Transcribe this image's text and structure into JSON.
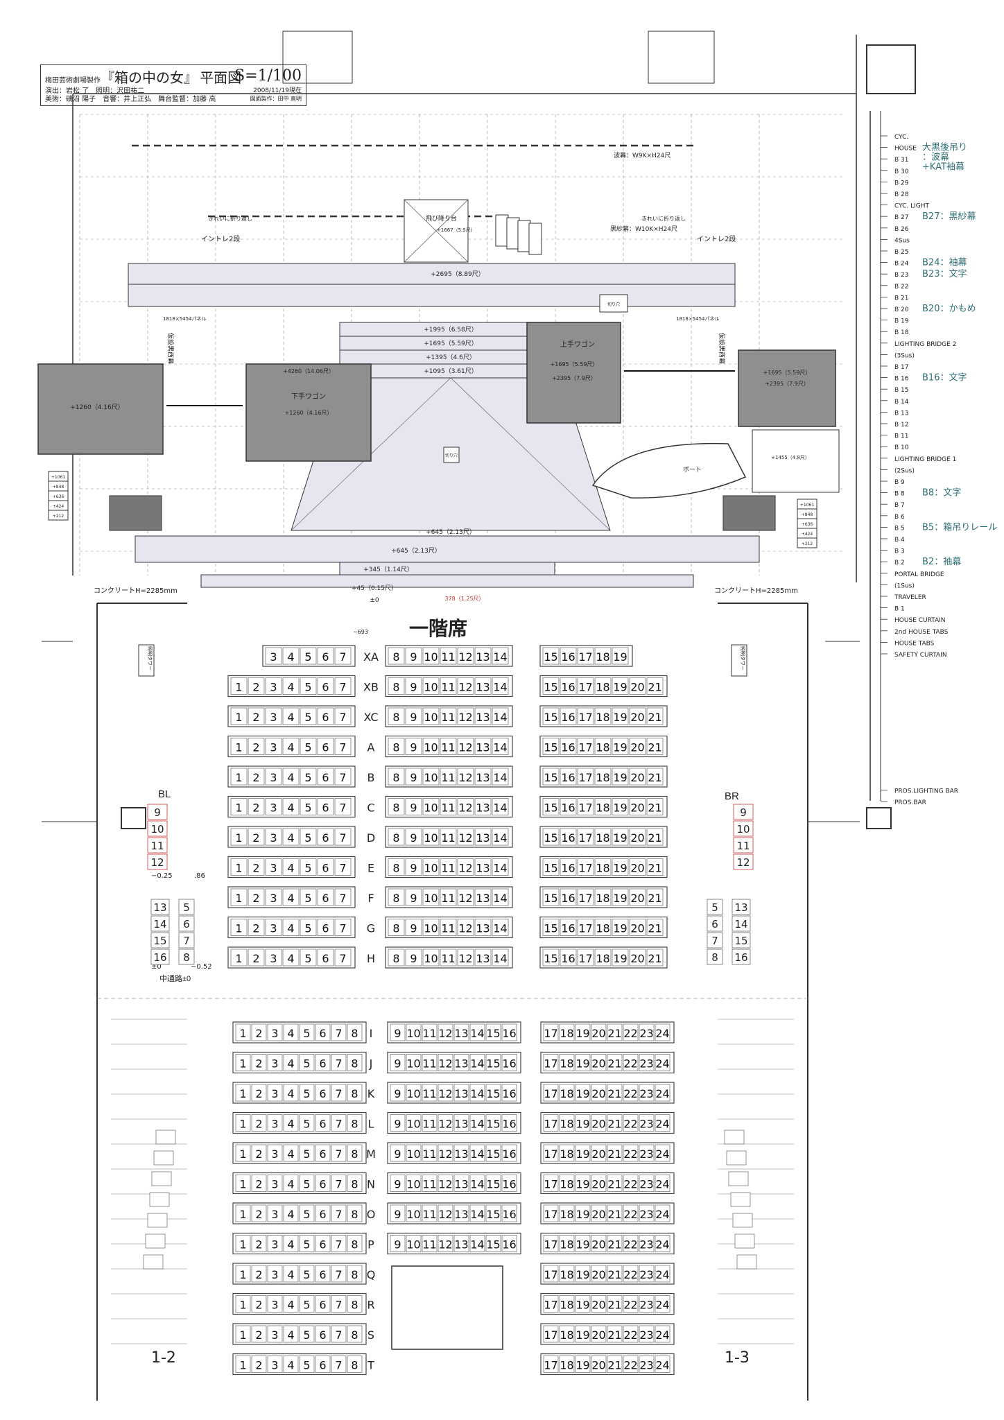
{
  "title_block": {
    "producer": "梅田芸術劇場製作",
    "play_title": "『箱の中の女』",
    "drawing_name": "平面図",
    "scale": "S=1/100",
    "credits_line1": "演出：岩松 了　照明：沢田祐二",
    "credits_line2": "美術：磯沼 陽子　音響：井上正弘　舞台監督：加藤 高",
    "date": "2008/11/19現在",
    "drawn_by": "図面製作：田中 直明"
  },
  "floor_label": "一階席",
  "sections": {
    "left": "1-2",
    "right": "1-3",
    "box_left": "BL",
    "box_right": "BR"
  },
  "stage_labels": {
    "wave_curtain": "波幕：W9K×H24尺",
    "black_gauze": "黒紗幕：W10K×H24尺",
    "kireini_left": "きれいに折り返し",
    "kireini_right": "きれいに折り返し",
    "intore_left": "イントレ2段",
    "intore_right": "イントレ2段",
    "jump_platform": "飛び降り台",
    "stage_left_wagon": "下手ワゴン",
    "stage_right_wagon": "上手ワゴン",
    "boat": "ボート",
    "temp_wall_left": "仮設黒西幕",
    "temp_wall_right": "仮設黒西幕",
    "concrete_left": "コンクリートH=2285mm",
    "concrete_right": "コンクリートH=2285mm",
    "cutout": "切り穴",
    "panel_left": "1818×5454パネル",
    "panel_right": "1818×5454パネル",
    "level_2695": "+2695（8.89尺）",
    "level_1995": "+1995（6.58尺）",
    "level_1695": "+1695（5.59尺）",
    "level_1395": "+1395（4.6尺）",
    "level_1095": "+1095（3.61尺）",
    "level_645_stage": "+645（2.13尺）",
    "level_645": "+645（2.13尺）",
    "level_345": "+345（1.14尺）",
    "level_45": "+45（0.15尺）",
    "level_zero": "±0",
    "level_minus693": "−693",
    "level_378": "378（1.25尺）",
    "wagon_left_height": "+1260（4.16尺）",
    "wagon_left_top": "+4260（14.06尺）",
    "wagon_offstage_left": "+1260（4.16尺）",
    "wagon_right_a": "+1695（5.59尺）",
    "wagon_right_b": "+2395（7.9尺）",
    "wagon_offstage_right_a": "+1695（5.59尺）",
    "wagon_offstage_right_b": "+2395（7.9尺）",
    "right_box": "+1455（4.8尺）",
    "platform_small": "+1667（5.5尺）",
    "step_levels": [
      "+1061",
      "+848",
      "+636",
      "+424",
      "+212"
    ],
    "box_tower_left": "照明タワー",
    "box_tower_right": "照明タワー",
    "aisle": "中通路±0",
    "box_l_left_level": "−0.25",
    "box_l_086": ".86",
    "box_l_052": "−0.52",
    "box_l_zero": "±0"
  },
  "fly_lines": [
    {
      "label": "CYC.",
      "note": ""
    },
    {
      "label": "HOUSE",
      "note": "大黒後吊り\n：波幕\n+KAT袖幕"
    },
    {
      "label": "B 31",
      "note": ""
    },
    {
      "label": "B 30",
      "note": ""
    },
    {
      "label": "B 29",
      "note": ""
    },
    {
      "label": "B 28",
      "note": ""
    },
    {
      "label": "CYC. LIGHT",
      "note": ""
    },
    {
      "label": "B 27",
      "note": "B27：黒紗幕"
    },
    {
      "label": "B 26",
      "note": ""
    },
    {
      "label": "4Sus",
      "note": ""
    },
    {
      "label": "B 25",
      "note": ""
    },
    {
      "label": "B 24",
      "note": "B24：袖幕"
    },
    {
      "label": "B 23",
      "note": "B23：文字"
    },
    {
      "label": "B 22",
      "note": ""
    },
    {
      "label": "B 21",
      "note": ""
    },
    {
      "label": "B 20",
      "note": "B20：かもめ"
    },
    {
      "label": "B 19",
      "note": ""
    },
    {
      "label": "B 18",
      "note": ""
    },
    {
      "label": "LIGHTING BRIDGE 2",
      "note": ""
    },
    {
      "label": "(3Sus)",
      "note": ""
    },
    {
      "label": "B 17",
      "note": ""
    },
    {
      "label": "B 16",
      "note": "B16：文字"
    },
    {
      "label": "B 15",
      "note": ""
    },
    {
      "label": "B 14",
      "note": ""
    },
    {
      "label": "B 13",
      "note": ""
    },
    {
      "label": "B 12",
      "note": ""
    },
    {
      "label": "B 11",
      "note": ""
    },
    {
      "label": "B 10",
      "note": ""
    },
    {
      "label": "LIGHTING BRIDGE 1",
      "note": ""
    },
    {
      "label": "(2Sus)",
      "note": ""
    },
    {
      "label": "B 9",
      "note": ""
    },
    {
      "label": "B 8",
      "note": "B8：文字"
    },
    {
      "label": "B 7",
      "note": ""
    },
    {
      "label": "B 6",
      "note": ""
    },
    {
      "label": "B 5",
      "note": "B5：箱吊りレール"
    },
    {
      "label": "B 4",
      "note": ""
    },
    {
      "label": "B 3",
      "note": ""
    },
    {
      "label": "B 2",
      "note": "B2：袖幕"
    },
    {
      "label": "PORTAL BRIDGE",
      "note": ""
    },
    {
      "label": "(1Sus)",
      "note": ""
    },
    {
      "label": "TRAVELER",
      "note": ""
    },
    {
      "label": "B 1",
      "note": ""
    },
    {
      "label": "HOUSE CURTAIN",
      "note": ""
    },
    {
      "label": "2nd HOUSE TABS",
      "note": ""
    },
    {
      "label": "HOUSE TABS",
      "note": ""
    },
    {
      "label": "SAFETY CURTAIN",
      "note": ""
    },
    {
      "label": "PROS.LIGHTING BAR",
      "note": ""
    },
    {
      "label": "PROS.BAR",
      "note": ""
    }
  ],
  "front_rows": [
    {
      "row": "XA",
      "left": [
        "3",
        "4",
        "5",
        "6",
        "7"
      ],
      "center": [
        "8",
        "9",
        "10",
        "11",
        "12",
        "13",
        "14"
      ],
      "right": [
        "15",
        "16",
        "17",
        "18",
        "19"
      ]
    },
    {
      "row": "XB",
      "left": [
        "1",
        "2",
        "3",
        "4",
        "5",
        "6",
        "7"
      ],
      "center": [
        "8",
        "9",
        "10",
        "11",
        "12",
        "13",
        "14"
      ],
      "right": [
        "15",
        "16",
        "17",
        "18",
        "19",
        "20",
        "21"
      ]
    },
    {
      "row": "XC",
      "left": [
        "1",
        "2",
        "3",
        "4",
        "5",
        "6",
        "7"
      ],
      "center": [
        "8",
        "9",
        "10",
        "11",
        "12",
        "13",
        "14"
      ],
      "right": [
        "15",
        "16",
        "17",
        "18",
        "19",
        "20",
        "21"
      ]
    },
    {
      "row": "A",
      "left": [
        "1",
        "2",
        "3",
        "4",
        "5",
        "6",
        "7"
      ],
      "center": [
        "8",
        "9",
        "10",
        "11",
        "12",
        "13",
        "14"
      ],
      "right": [
        "15",
        "16",
        "17",
        "18",
        "19",
        "20",
        "21"
      ]
    },
    {
      "row": "B",
      "left": [
        "1",
        "2",
        "3",
        "4",
        "5",
        "6",
        "7"
      ],
      "center": [
        "8",
        "9",
        "10",
        "11",
        "12",
        "13",
        "14"
      ],
      "right": [
        "15",
        "16",
        "17",
        "18",
        "19",
        "20",
        "21"
      ]
    },
    {
      "row": "C",
      "left": [
        "1",
        "2",
        "3",
        "4",
        "5",
        "6",
        "7"
      ],
      "center": [
        "8",
        "9",
        "10",
        "11",
        "12",
        "13",
        "14"
      ],
      "right": [
        "15",
        "16",
        "17",
        "18",
        "19",
        "20",
        "21"
      ]
    },
    {
      "row": "D",
      "left": [
        "1",
        "2",
        "3",
        "4",
        "5",
        "6",
        "7"
      ],
      "center": [
        "8",
        "9",
        "10",
        "11",
        "12",
        "13",
        "14"
      ],
      "right": [
        "15",
        "16",
        "17",
        "18",
        "19",
        "20",
        "21"
      ]
    },
    {
      "row": "E",
      "left": [
        "1",
        "2",
        "3",
        "4",
        "5",
        "6",
        "7"
      ],
      "center": [
        "8",
        "9",
        "10",
        "11",
        "12",
        "13",
        "14"
      ],
      "right": [
        "15",
        "16",
        "17",
        "18",
        "19",
        "20",
        "21"
      ]
    },
    {
      "row": "F",
      "left": [
        "1",
        "2",
        "3",
        "4",
        "5",
        "6",
        "7"
      ],
      "center": [
        "8",
        "9",
        "10",
        "11",
        "12",
        "13",
        "14"
      ],
      "right": [
        "15",
        "16",
        "17",
        "18",
        "19",
        "20",
        "21"
      ]
    },
    {
      "row": "G",
      "left": [
        "1",
        "2",
        "3",
        "4",
        "5",
        "6",
        "7"
      ],
      "center": [
        "8",
        "9",
        "10",
        "11",
        "12",
        "13",
        "14"
      ],
      "right": [
        "15",
        "16",
        "17",
        "18",
        "19",
        "20",
        "21"
      ]
    },
    {
      "row": "H",
      "left": [
        "1",
        "2",
        "3",
        "4",
        "5",
        "6",
        "7"
      ],
      "center": [
        "8",
        "9",
        "10",
        "11",
        "12",
        "13",
        "14"
      ],
      "right": [
        "15",
        "16",
        "17",
        "18",
        "19",
        "20",
        "21"
      ]
    }
  ],
  "rear_rows": [
    {
      "row": "I",
      "left": [
        "1",
        "2",
        "3",
        "4",
        "5",
        "6",
        "7",
        "8"
      ],
      "center": [
        "9",
        "10",
        "11",
        "12",
        "13",
        "14",
        "15",
        "16"
      ],
      "right": [
        "17",
        "18",
        "19",
        "20",
        "21",
        "22",
        "23",
        "24"
      ]
    },
    {
      "row": "J",
      "left": [
        "1",
        "2",
        "3",
        "4",
        "5",
        "6",
        "7",
        "8"
      ],
      "center": [
        "9",
        "10",
        "11",
        "12",
        "13",
        "14",
        "15",
        "16"
      ],
      "right": [
        "17",
        "18",
        "19",
        "20",
        "21",
        "22",
        "23",
        "24"
      ]
    },
    {
      "row": "K",
      "left": [
        "1",
        "2",
        "3",
        "4",
        "5",
        "6",
        "7",
        "8"
      ],
      "center": [
        "9",
        "10",
        "11",
        "12",
        "13",
        "14",
        "15",
        "16"
      ],
      "right": [
        "17",
        "18",
        "19",
        "20",
        "21",
        "22",
        "23",
        "24"
      ]
    },
    {
      "row": "L",
      "left": [
        "1",
        "2",
        "3",
        "4",
        "5",
        "6",
        "7",
        "8"
      ],
      "center": [
        "9",
        "10",
        "11",
        "12",
        "13",
        "14",
        "15",
        "16"
      ],
      "right": [
        "17",
        "18",
        "19",
        "20",
        "21",
        "22",
        "23",
        "24"
      ]
    },
    {
      "row": "M",
      "left": [
        "1",
        "2",
        "3",
        "4",
        "5",
        "6",
        "7",
        "8"
      ],
      "center": [
        "9",
        "10",
        "11",
        "12",
        "13",
        "14",
        "15",
        "16"
      ],
      "right": [
        "17",
        "18",
        "19",
        "20",
        "21",
        "22",
        "23",
        "24"
      ]
    },
    {
      "row": "N",
      "left": [
        "1",
        "2",
        "3",
        "4",
        "5",
        "6",
        "7",
        "8"
      ],
      "center": [
        "9",
        "10",
        "11",
        "12",
        "13",
        "14",
        "15",
        "16"
      ],
      "right": [
        "17",
        "18",
        "19",
        "20",
        "21",
        "22",
        "23",
        "24"
      ]
    },
    {
      "row": "O",
      "left": [
        "1",
        "2",
        "3",
        "4",
        "5",
        "6",
        "7",
        "8"
      ],
      "center": [
        "9",
        "10",
        "11",
        "12",
        "13",
        "14",
        "15",
        "16"
      ],
      "right": [
        "17",
        "18",
        "19",
        "20",
        "21",
        "22",
        "23",
        "24"
      ]
    },
    {
      "row": "P",
      "left": [
        "1",
        "2",
        "3",
        "4",
        "5",
        "6",
        "7",
        "8"
      ],
      "center": [
        "9",
        "10",
        "11",
        "12",
        "13",
        "14",
        "15",
        "16"
      ],
      "right": [
        "17",
        "18",
        "19",
        "20",
        "21",
        "22",
        "23",
        "24"
      ]
    },
    {
      "row": "Q",
      "left": [
        "1",
        "2",
        "3",
        "4",
        "5",
        "6",
        "7",
        "8"
      ],
      "center": [],
      "right": [
        "17",
        "18",
        "19",
        "20",
        "21",
        "22",
        "23",
        "24"
      ]
    },
    {
      "row": "R",
      "left": [
        "1",
        "2",
        "3",
        "4",
        "5",
        "6",
        "7",
        "8"
      ],
      "center": [],
      "right": [
        "17",
        "18",
        "19",
        "20",
        "21",
        "22",
        "23",
        "24"
      ]
    },
    {
      "row": "S",
      "left": [
        "1",
        "2",
        "3",
        "4",
        "5",
        "6",
        "7",
        "8"
      ],
      "center": [],
      "right": [
        "17",
        "18",
        "19",
        "20",
        "21",
        "22",
        "23",
        "24"
      ]
    },
    {
      "row": "T",
      "left": [
        "1",
        "2",
        "3",
        "4",
        "5",
        "6",
        "7",
        "8"
      ],
      "center": [],
      "right": [
        "17",
        "18",
        "19",
        "20",
        "21",
        "22",
        "23",
        "24"
      ]
    }
  ],
  "box_left_upper": [
    "9",
    "10",
    "11",
    "12"
  ],
  "box_left_lower": [
    [
      "13",
      "5"
    ],
    [
      "14",
      "6"
    ],
    [
      "15",
      "7"
    ],
    [
      "16",
      "8"
    ]
  ],
  "box_right_upper": [
    "9",
    "10",
    "11",
    "12"
  ],
  "box_right_lower": [
    [
      "5",
      "13"
    ],
    [
      "6",
      "14"
    ],
    [
      "7",
      "15"
    ],
    [
      "8",
      "16"
    ]
  ],
  "colors": {
    "wagon_fill": "#8f8f8f",
    "stage_fill": "#e6e6f0",
    "note_text": "#2e6e75",
    "line": "#333333"
  }
}
